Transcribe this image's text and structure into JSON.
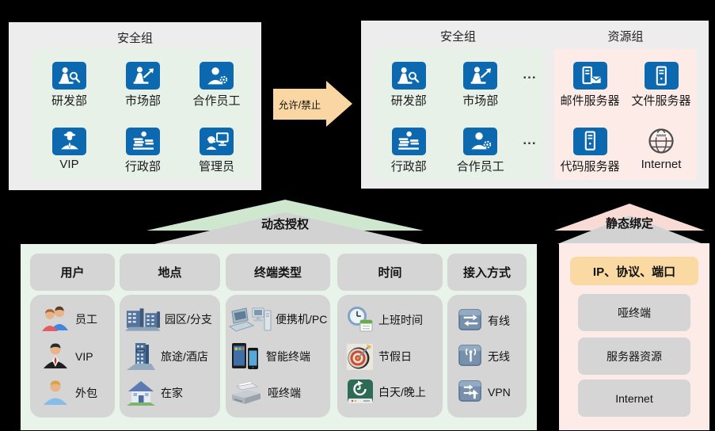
{
  "top_left": {
    "title": "安全组",
    "items": [
      {
        "label": "研发部"
      },
      {
        "label": "市场部"
      },
      {
        "label": "合作员工"
      },
      {
        "label": "VIP"
      },
      {
        "label": "行政部"
      },
      {
        "label": "管理员"
      }
    ]
  },
  "flow_arrow": {
    "label": "允许/禁止"
  },
  "top_right": {
    "security_group": {
      "title": "安全组",
      "items": [
        {
          "label": "研发部"
        },
        {
          "label": "市场部"
        },
        {
          "label": "行政部"
        },
        {
          "label": "合作员工"
        }
      ],
      "ellipsis_row1": "...",
      "ellipsis_row2": "..."
    },
    "resource_group": {
      "title": "资源组",
      "items": [
        {
          "label": "邮件服务器"
        },
        {
          "label": "文件服务器"
        },
        {
          "label": "代码服务器"
        },
        {
          "label": "Internet"
        }
      ]
    }
  },
  "dynamic_arrow": {
    "label": "动态授权"
  },
  "static_arrow": {
    "label": "静态绑定"
  },
  "policy": {
    "columns": [
      {
        "header": "用户",
        "items": [
          {
            "label": "员工"
          },
          {
            "label": "VIP"
          },
          {
            "label": "外包"
          }
        ]
      },
      {
        "header": "地点",
        "items": [
          {
            "label": "园区/分支"
          },
          {
            "label": "旅途/酒店"
          },
          {
            "label": "在家"
          }
        ]
      },
      {
        "header": "终端类型",
        "items": [
          {
            "label": "便携机/PC"
          },
          {
            "label": "智能终端"
          },
          {
            "label": "哑终端"
          }
        ]
      },
      {
        "header": "时间",
        "items": [
          {
            "label": "上班时间"
          },
          {
            "label": "节假日"
          },
          {
            "label": "白天/晚上"
          }
        ]
      },
      {
        "header": "接入方式",
        "items": [
          {
            "label": "有线"
          },
          {
            "label": "无线"
          },
          {
            "label": "VPN"
          }
        ]
      }
    ]
  },
  "binding": {
    "highlight": "IP、协议、端口",
    "items": [
      {
        "label": "哑终端"
      },
      {
        "label": "服务器资源"
      },
      {
        "label": "Internet"
      }
    ]
  },
  "colors": {
    "icon_blue": "#0c69b0",
    "panel_gray": "#ededed",
    "panel_green": "#e7f1e8",
    "panel_pink": "#fcebe7",
    "chevron_green": "#cfe6cf",
    "chevron_pink": "#f9dbd5",
    "chevron_gray": "#d2d2d2",
    "item_gray": "#d5d5d5",
    "highlight_yellow": "#fbd9a2",
    "arrow_peach": "#fad7a2"
  }
}
